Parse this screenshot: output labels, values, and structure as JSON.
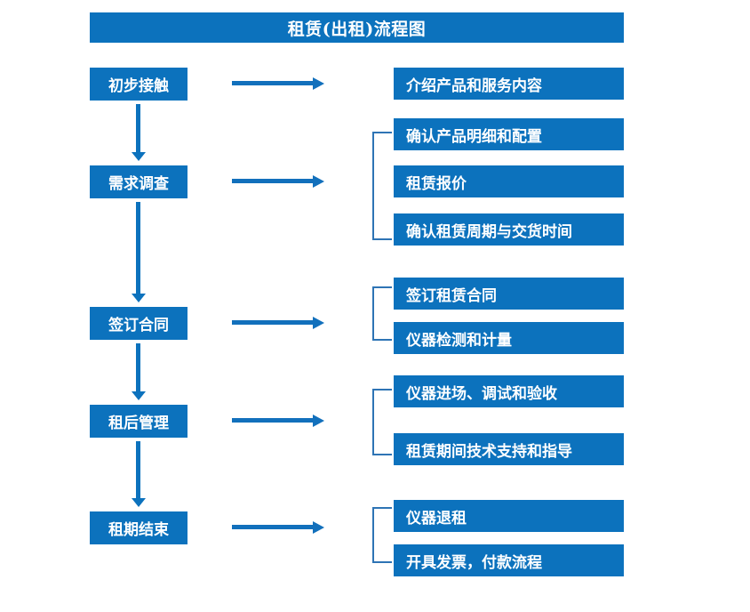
{
  "diagram": {
    "title": "租赁(出租)流程图",
    "accent_color": "#0C72BD",
    "arrow_color": "#1270BC",
    "bracket_color": "#2E74B5",
    "text_color": "#FFFFFF",
    "background_color": "#FFFFFF"
  },
  "stages": [
    {
      "label": "初步接触"
    },
    {
      "label": "需求调查"
    },
    {
      "label": "签订合同"
    },
    {
      "label": "租后管理"
    },
    {
      "label": "租期结束"
    }
  ],
  "details": [
    {
      "label": "介绍产品和服务内容"
    },
    {
      "label": "确认产品明细和配置"
    },
    {
      "label": "租赁报价"
    },
    {
      "label": "确认租赁周期与交货时间"
    },
    {
      "label": "签订租赁合同"
    },
    {
      "label": "仪器检测和计量"
    },
    {
      "label": "仪器进场、调试和验收"
    },
    {
      "label": "租赁期间技术支持和指导"
    },
    {
      "label": "仪器退租"
    },
    {
      "label": "开具发票，付款流程"
    }
  ]
}
